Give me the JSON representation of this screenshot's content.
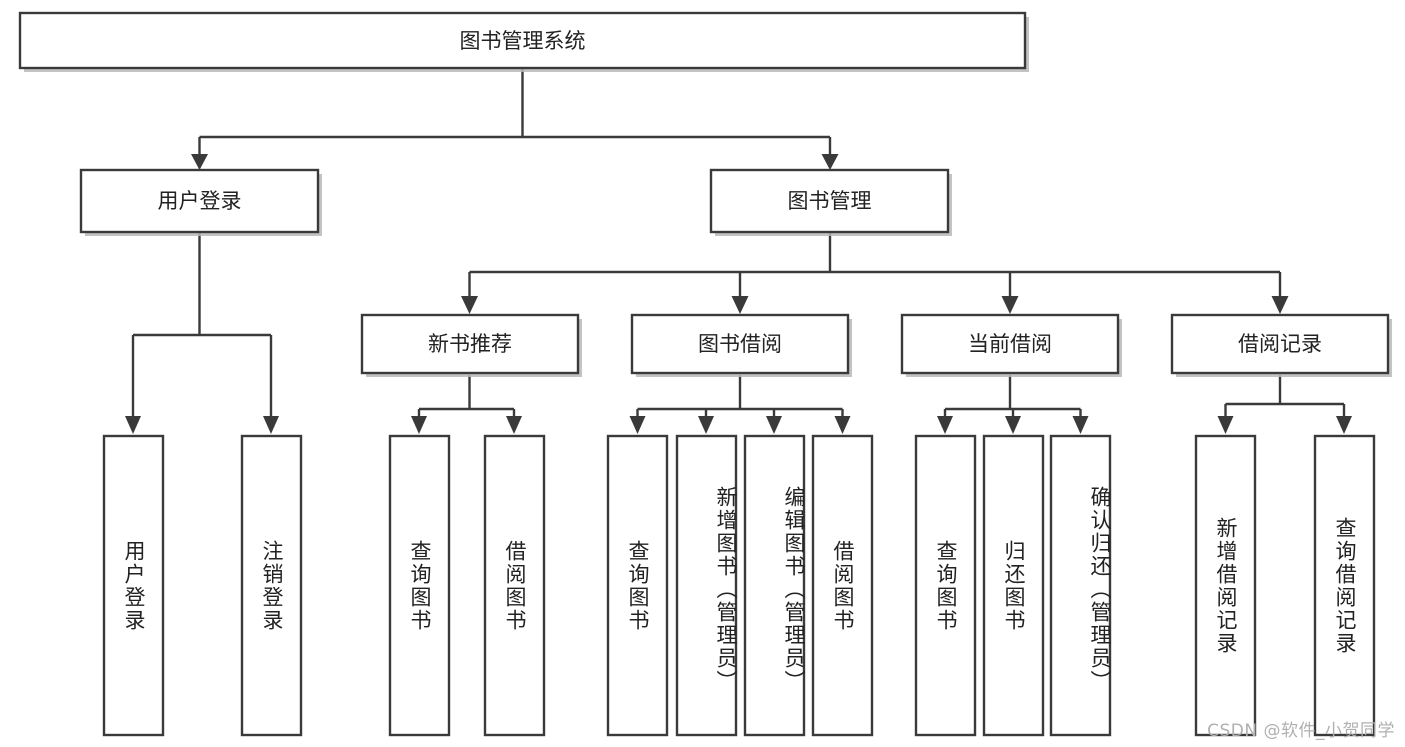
{
  "diagram": {
    "title": "图书管理系统",
    "type": "tree",
    "orientation": "top-down",
    "colors": {
      "box_stroke": "#3a3a3a",
      "box_fill": "#ffffff",
      "edge": "#3a3a3a",
      "text": "#222222",
      "background": "#ffffff",
      "watermark": "#b0b0b0"
    },
    "root": {
      "id": "root",
      "label": "图书管理系统"
    },
    "level2": [
      {
        "id": "login",
        "label": "用户登录"
      },
      {
        "id": "bookmgmt",
        "label": "图书管理"
      }
    ],
    "level3": [
      {
        "id": "newbook",
        "label": "新书推荐",
        "parent": "bookmgmt"
      },
      {
        "id": "borrow",
        "label": "图书借阅",
        "parent": "bookmgmt"
      },
      {
        "id": "current",
        "label": "当前借阅",
        "parent": "bookmgmt"
      },
      {
        "id": "record",
        "label": "借阅记录",
        "parent": "bookmgmt"
      }
    ],
    "leaves": [
      {
        "id": "leaf-1",
        "label": "用户登录",
        "parent": "login"
      },
      {
        "id": "leaf-2",
        "label": "注销登录",
        "parent": "login"
      },
      {
        "id": "leaf-3",
        "label": "查询图书",
        "parent": "newbook"
      },
      {
        "id": "leaf-4",
        "label": "借阅图书",
        "parent": "newbook"
      },
      {
        "id": "leaf-5",
        "label": "查询图书",
        "parent": "borrow"
      },
      {
        "id": "leaf-6",
        "label": "新增图书（管理员）",
        "parent": "borrow"
      },
      {
        "id": "leaf-7",
        "label": "编辑图书（管理员）",
        "parent": "borrow"
      },
      {
        "id": "leaf-8",
        "label": "借阅图书",
        "parent": "borrow"
      },
      {
        "id": "leaf-9",
        "label": "查询图书",
        "parent": "current"
      },
      {
        "id": "leaf-10",
        "label": "归还图书",
        "parent": "current"
      },
      {
        "id": "leaf-11",
        "label": "确认归还（管理员）",
        "parent": "current"
      },
      {
        "id": "leaf-12",
        "label": "新增借阅记录",
        "parent": "record"
      },
      {
        "id": "leaf-13",
        "label": "查询借阅记录",
        "parent": "record"
      }
    ]
  },
  "watermark": {
    "text": "CSDN @软件_小贺同学"
  }
}
